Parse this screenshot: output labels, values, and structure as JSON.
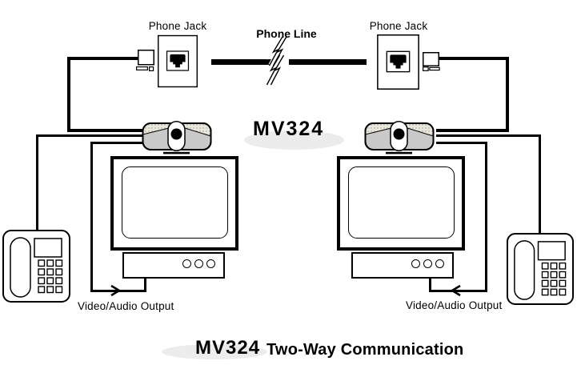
{
  "labels": {
    "phone_jack_left": "Phone Jack",
    "phone_jack_right": "Phone Jack",
    "phone_line": "Phone Line",
    "center_model": "MV324",
    "output_left": "Video/Audio Output",
    "output_right": "Video/Audio Output",
    "footer_model": "MV324",
    "footer_title": "Two-Way Communication"
  },
  "colors": {
    "ink": "#000000",
    "paper": "#ffffff",
    "camera-body": "#c9c9c9",
    "camera-top": "#eae7dc",
    "smudge": "#ececec"
  }
}
